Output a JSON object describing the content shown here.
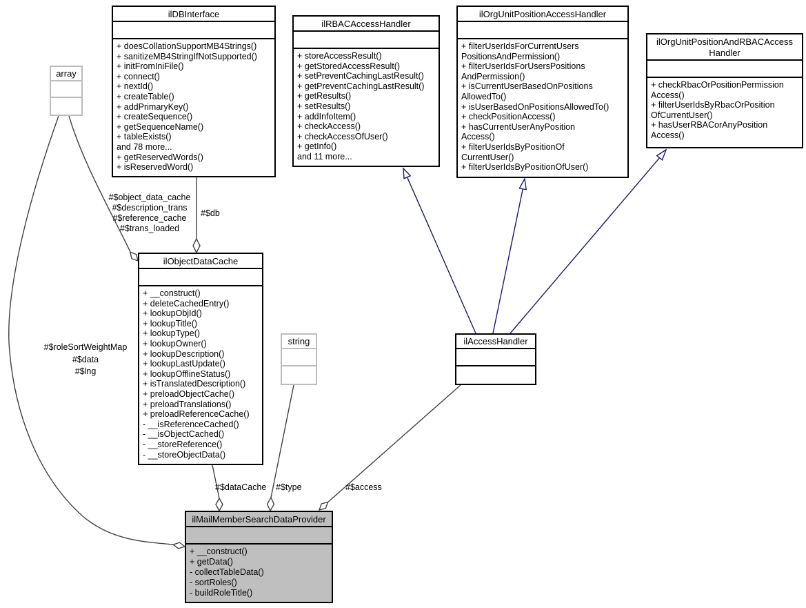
{
  "diagram": {
    "type": "uml-collaboration-diagram",
    "colors": {
      "background": "#ffffff",
      "box_border": "#000000",
      "box_fill": "#ffffff",
      "highlight_fill": "#bfbfbf",
      "soft_border": "#bdbdbd",
      "edge": "#404040",
      "inheritance_edge": "#191970"
    },
    "classes": [
      {
        "id": "ilDBInterface",
        "title": "ilDBInterface",
        "members": [
          "+ doesCollationSupportMB4Strings()",
          "+ sanitizeMB4StringIfNotSupported()",
          "+ initFromIniFile()",
          "+ connect()",
          "+ nextId()",
          "+ createTable()",
          "+ addPrimaryKey()",
          "+ createSequence()",
          "+ getSequenceName()",
          "+ tableExists()",
          "and 78 more...",
          "+ getReservedWords()",
          "+ isReservedWord()"
        ]
      },
      {
        "id": "ilRBACAccessHandler",
        "title": "ilRBACAccessHandler",
        "members": [
          "+ storeAccessResult()",
          "+ getStoredAccessResult()",
          "+ setPreventCachingLastResult()",
          "+ getPreventCachingLastResult()",
          "+ getResults()",
          "+ setResults()",
          "+ addInfoItem()",
          "+ checkAccess()",
          "+ checkAccessOfUser()",
          "+ getInfo()",
          "and 11 more..."
        ]
      },
      {
        "id": "ilOrgUnitPositionAccessHandler",
        "title": "ilOrgUnitPositionAccessHandler",
        "members": [
          "+ filterUserIdsForCurrentUsers",
          "PositionsAndPermission()",
          "+ filterUserIdsForUsersPositions",
          "AndPermission()",
          "+ isCurrentUserBasedOnPositions",
          "AllowedTo()",
          "+ isUserBasedOnPositionsAllowedTo()",
          "+ checkPositionAccess()",
          "+ hasCurrentUserAnyPosition",
          "Access()",
          "+ filterUserIdsByPositionOf",
          "CurrentUser()",
          "+ filterUserIdsByPositionOfUser()"
        ]
      },
      {
        "id": "ilOrgUnitPositionAndRBACAccessHandler",
        "title": "ilOrgUnitPositionAndRBACAccess\nHandler",
        "members": [
          "+ checkRbacOrPositionPermission",
          "Access()",
          "+ filterUserIdsByRbacOrPosition",
          "OfCurrentUser()",
          "+ hasUserRBACorAnyPosition",
          "Access()"
        ]
      },
      {
        "id": "array",
        "title": "array",
        "members": []
      },
      {
        "id": "ilObjectDataCache",
        "title": "ilObjectDataCache",
        "members": [
          "+ __construct()",
          "+ deleteCachedEntry()",
          "+ lookupObjId()",
          "+ lookupTitle()",
          "+ lookupType()",
          "+ lookupOwner()",
          "+ lookupDescription()",
          "+ lookupLastUpdate()",
          "+ lookupOfflineStatus()",
          "+ isTranslatedDescription()",
          "+ preloadObjectCache()",
          "+ preloadTranslations()",
          "+ preloadReferenceCache()",
          "- __isReferenceCached()",
          "- __isObjectCached()",
          "- __storeReference()",
          "- __storeObjectData()"
        ]
      },
      {
        "id": "string",
        "title": "string",
        "members": []
      },
      {
        "id": "ilAccessHandler",
        "title": "ilAccessHandler",
        "members": []
      },
      {
        "id": "ilMailMemberSearchDataProvider",
        "title": "ilMailMemberSearchDataProvider",
        "members": [
          "+ __construct()",
          "+ getData()",
          "- collectTableData()",
          "- sortRoles()",
          "- buildRoleTitle()"
        ]
      }
    ],
    "edge_labels": {
      "db": "#$db",
      "object_data_cache_members": "#$object_data_cache\n#$description_trans\n#$reference_cache\n#$trans_loaded",
      "provider_array_members": "#$roleSortWeightMap\n#$data\n#$lng",
      "dataCache": "#$dataCache",
      "type": "#$type",
      "access": "#$access"
    }
  }
}
